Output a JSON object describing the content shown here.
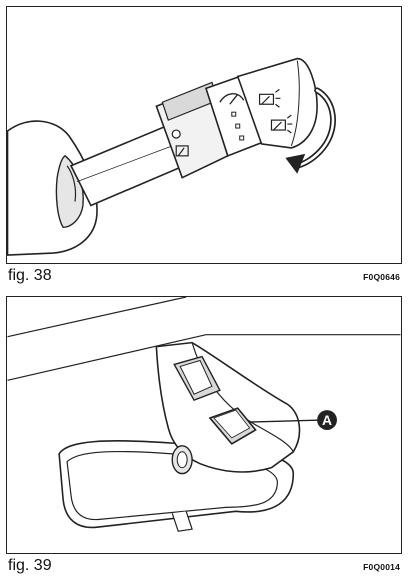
{
  "figures": [
    {
      "caption": "fig. 38",
      "code": "F0Q0646",
      "subject": "steering-column-wiper-stalk"
    },
    {
      "caption": "fig. 39",
      "code": "F0Q0014",
      "subject": "rear-view-mirror-with-button",
      "callout": "A"
    }
  ],
  "colors": {
    "ink": "#222222",
    "background": "#ffffff",
    "shade": "#d9d9d9"
  }
}
